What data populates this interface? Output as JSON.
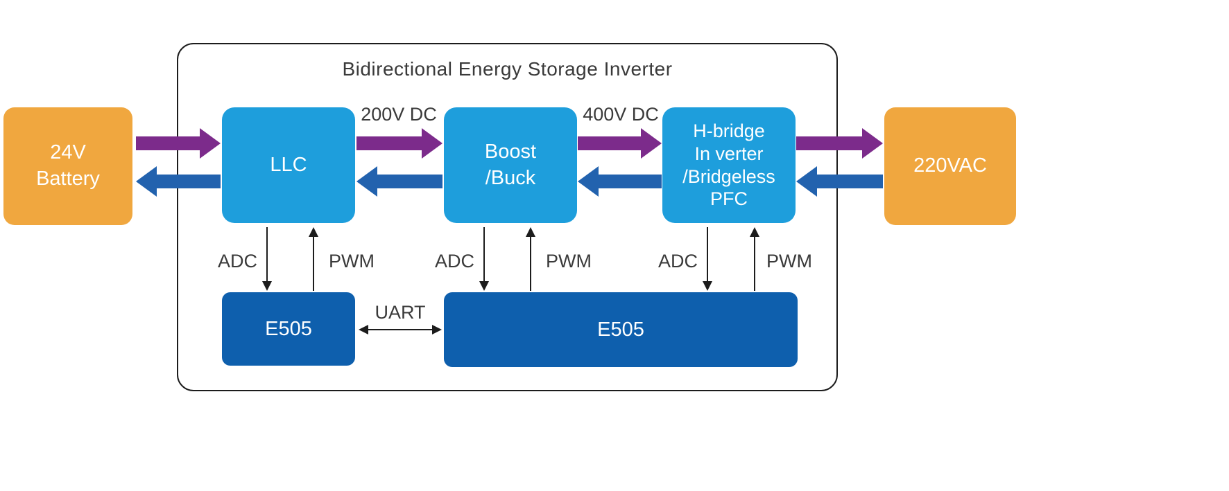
{
  "title": "Bidirectional Energy Storage Inverter",
  "nodes": {
    "battery": {
      "lines": [
        "24V",
        "Battery"
      ]
    },
    "llc": {
      "label": "LLC"
    },
    "boost_buck": {
      "lines": [
        "Boost",
        "/Buck"
      ]
    },
    "h_bridge": {
      "lines": [
        "H-bridge",
        "In verter",
        "/Bridgeless",
        "PFC"
      ]
    },
    "ac_out": {
      "label": "220VAC"
    },
    "mcu_left": {
      "label": "E505"
    },
    "mcu_right": {
      "label": "E505"
    }
  },
  "edge_labels": {
    "dc_200": "200V DC",
    "dc_400": "400V DC",
    "uart": "UART",
    "adc_llc": "ADC",
    "pwm_llc": "PWM",
    "adc_boost": "ADC",
    "pwm_boost": "PWM",
    "adc_hbridge": "ADC",
    "pwm_hbridge": "PWM"
  },
  "colors": {
    "orange": "#F0A73F",
    "light_blue": "#1E9EDC",
    "dark_blue": "#0E5FAD",
    "purple_arrow": "#7C2B8B",
    "blue_arrow": "#2262AE"
  }
}
